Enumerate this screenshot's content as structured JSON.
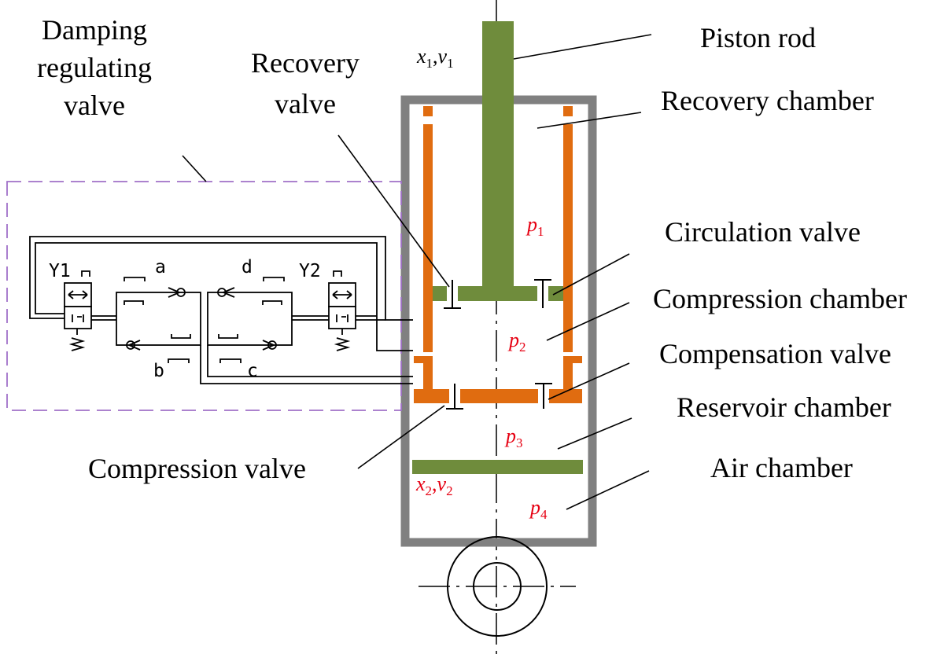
{
  "labels": {
    "piston_rod": "Piston rod",
    "recovery_chamber": "Recovery chamber",
    "circulation_valve": "Circulation valve",
    "compression_chamber": "Compression chamber",
    "compensation_valve": "Compensation valve",
    "reservoir_chamber": "Reservoir chamber",
    "air_chamber": "Air chamber",
    "compression_valve": "Compression valve",
    "recovery_valve_l1": "Recovery",
    "recovery_valve_l2": "valve",
    "damping_valve_l1": "Damping",
    "damping_valve_l2": "regulating",
    "damping_valve_l3": "valve"
  },
  "solenoids": {
    "y1": "Y1",
    "y2": "Y2"
  },
  "check_valves": {
    "a": "a",
    "b": "b",
    "c": "c",
    "d": "d"
  },
  "variables": {
    "rod_x": "x",
    "rod_x_sub": "1",
    "rod_sep": ",",
    "rod_v": "v",
    "rod_v_sub": "1",
    "float_x": "x",
    "float_x_sub": "2",
    "float_sep": ",",
    "float_v": "v",
    "float_v_sub": "2",
    "p1": "p",
    "p1_sub": "1",
    "p2": "p",
    "p2_sub": "2",
    "p3": "p",
    "p3_sub": "3",
    "p4": "p",
    "p4_sub": "4"
  },
  "colors": {
    "housing": "#808080",
    "inner_cylinder": "#e06c10",
    "piston": "#6f8c3c",
    "dashed_box": "#a070c8",
    "variable_red": "#e60012"
  }
}
